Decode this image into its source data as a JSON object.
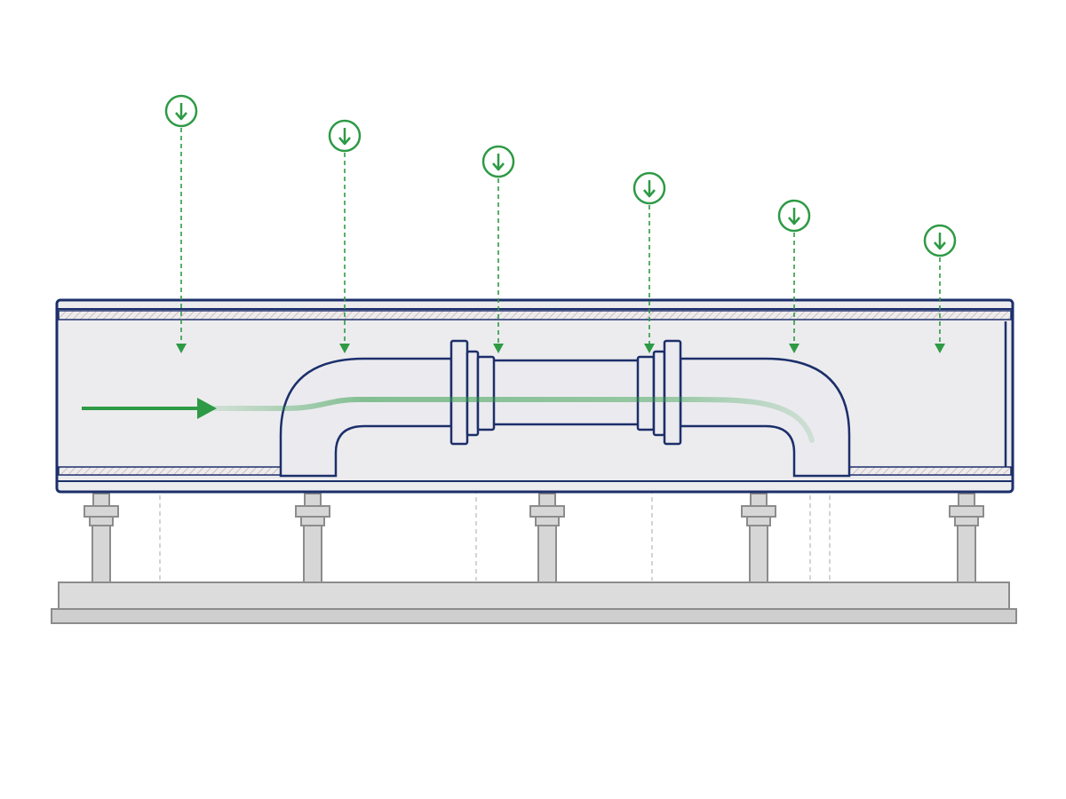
{
  "colors": {
    "background": "#ffffff",
    "housing_fill": "#ececee",
    "housing_stroke": "#1c2f6b",
    "hatch": "#c9a9a3",
    "flow": "#2e9a45",
    "load_marker": "#2e9a45",
    "support": "#8c8c8c",
    "support_fill": "#d6d6d6",
    "guide_line": "#a8a8a8"
  },
  "icons": {
    "load_marker": "down-arrow-in-circle-icon",
    "flow_arrow": "right-arrow-icon"
  },
  "load_markers": [
    {
      "id": "load-marker-1"
    },
    {
      "id": "load-marker-2"
    },
    {
      "id": "load-marker-3"
    },
    {
      "id": "load-marker-4"
    },
    {
      "id": "load-marker-5"
    },
    {
      "id": "load-marker-6"
    }
  ],
  "supports": [
    {
      "id": "support-1"
    },
    {
      "id": "support-2"
    },
    {
      "id": "support-3"
    },
    {
      "id": "support-4"
    },
    {
      "id": "support-5"
    }
  ]
}
